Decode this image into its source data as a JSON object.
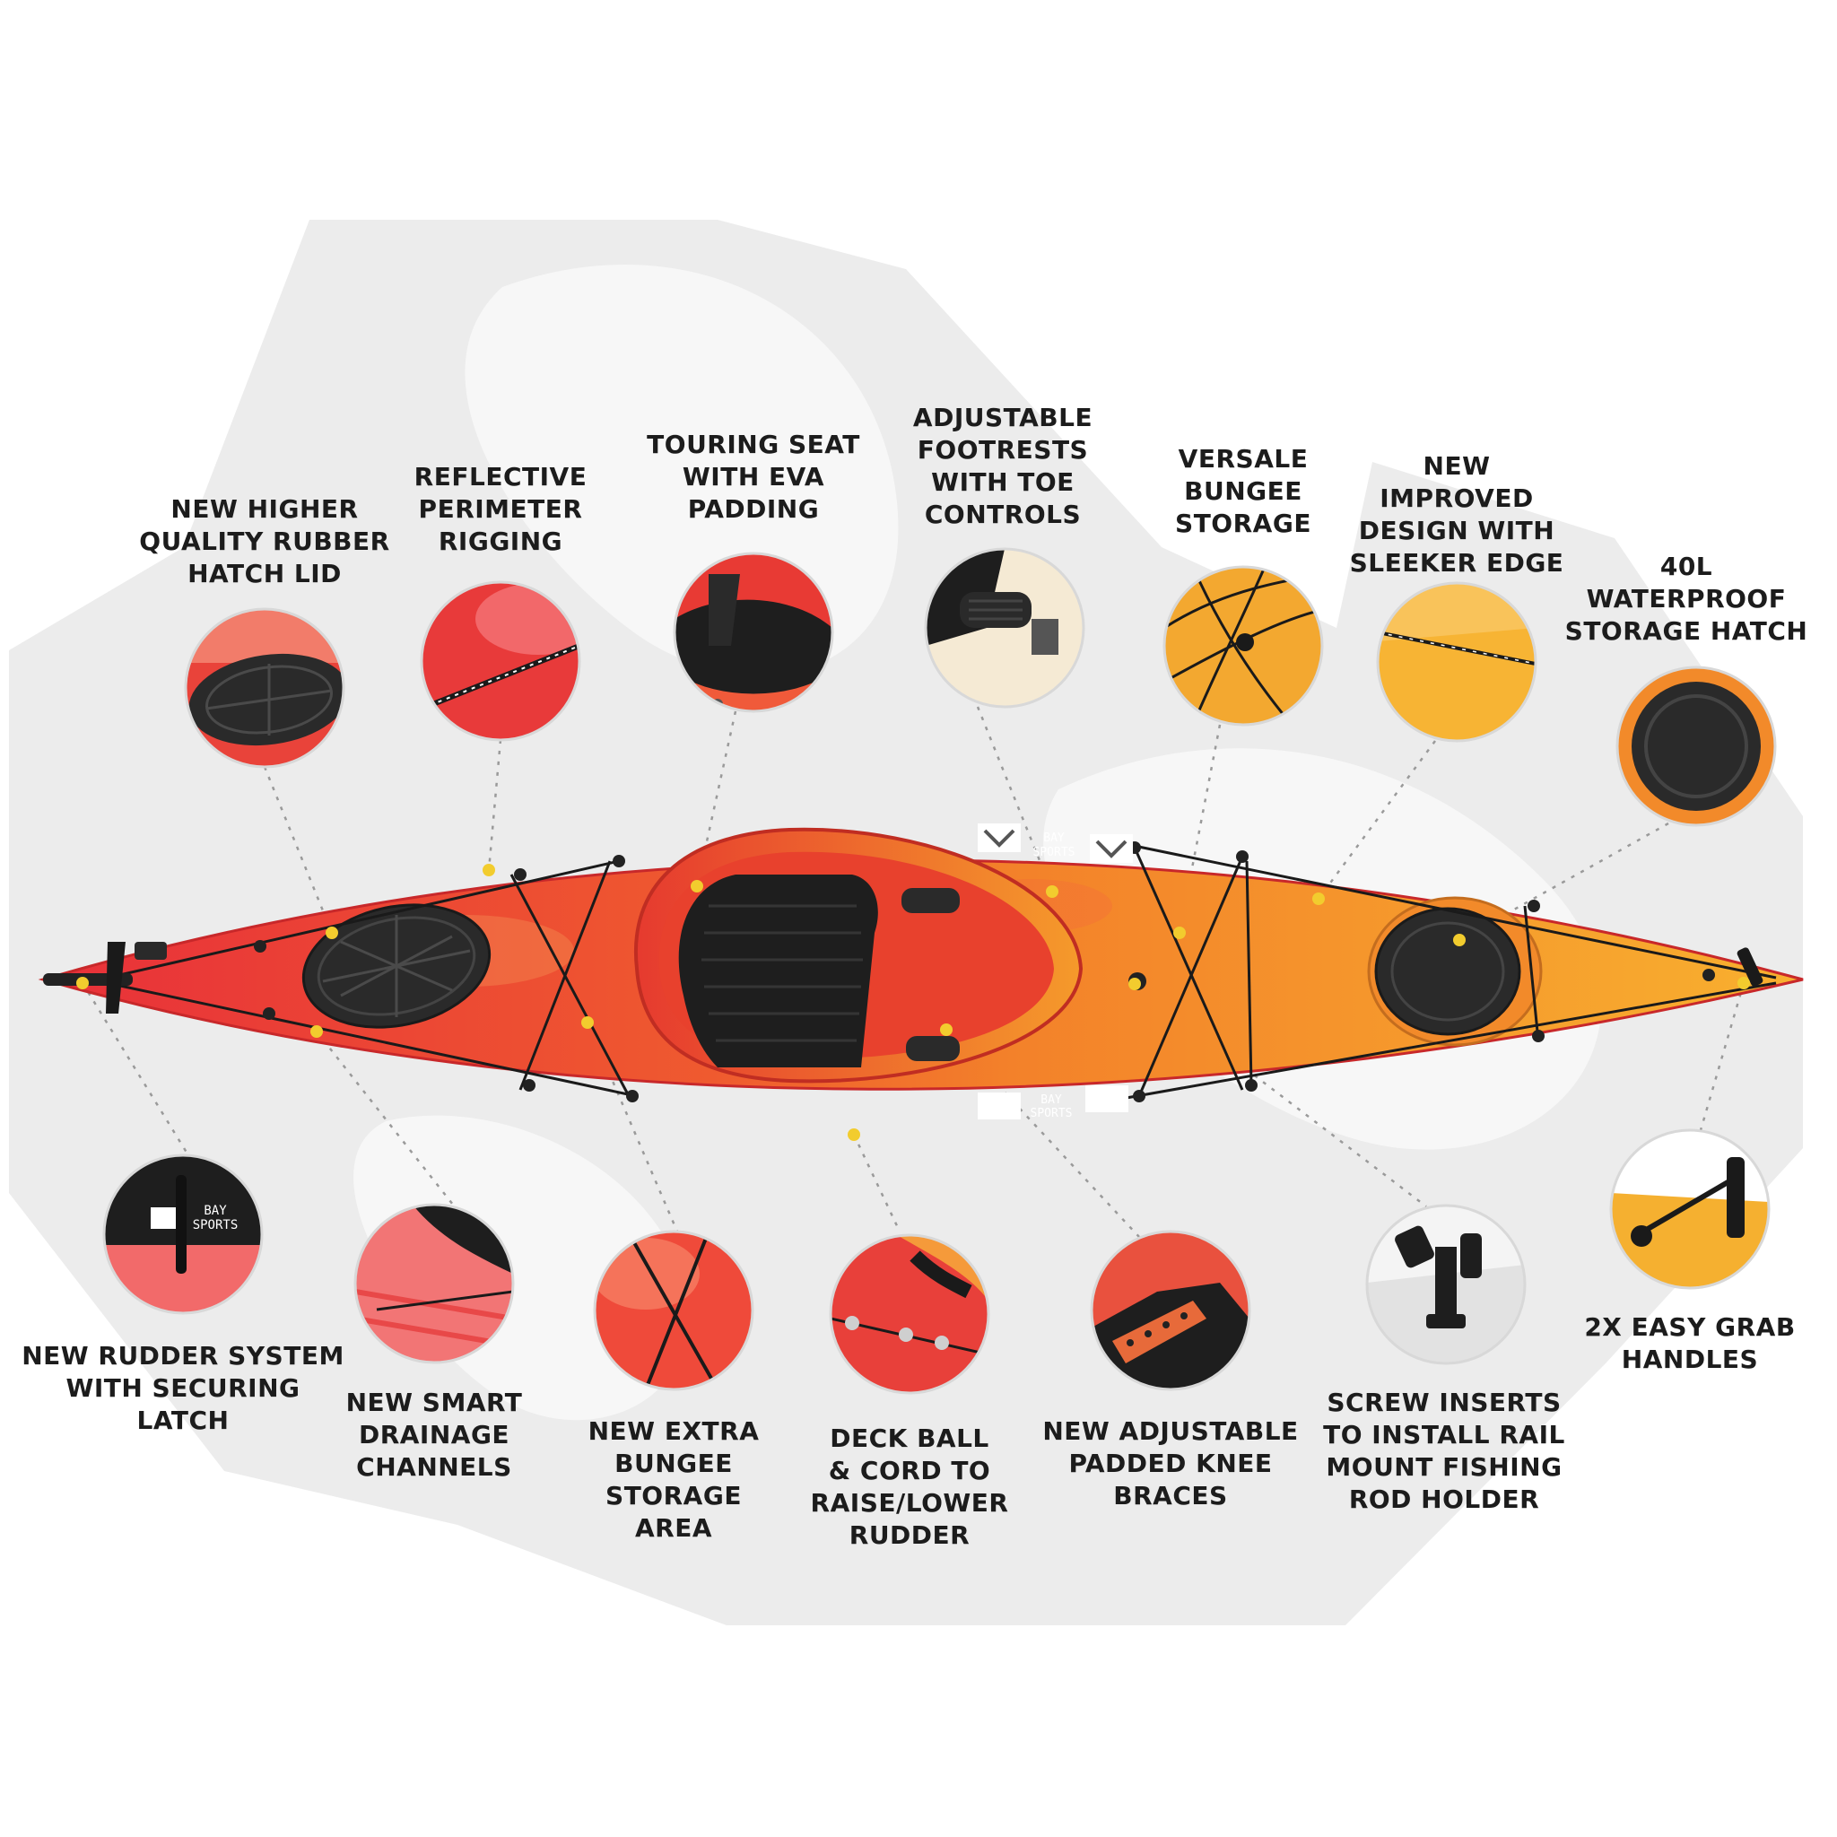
{
  "colors": {
    "background": "#ffffff",
    "watermark": "#ececec",
    "hull_red": "#e8303a",
    "hull_orange": "#f3812a",
    "hull_yellow": "#f8b02f",
    "hatch_black": "#2a2a2a",
    "callout_dot": "#f2cc2e",
    "leader_line": "#9a9a9a",
    "text": "#1c1c1c"
  },
  "kayak": {
    "logo_lines": [
      "BAY",
      "SPORTS"
    ]
  },
  "features": [
    {
      "id": "hatch-lid",
      "lines": [
        "NEW HIGHER",
        "QUALITY RUBBER",
        "HATCH LID"
      ],
      "icon": "rubber-hatch-lid"
    },
    {
      "id": "perimeter-rigging",
      "lines": [
        "REFLECTIVE",
        "PERIMETER",
        "RIGGING"
      ],
      "icon": "reflective-rigging"
    },
    {
      "id": "touring-seat",
      "lines": [
        "TOURING SEAT",
        "WITH EVA",
        "PADDING"
      ],
      "icon": "touring-seat"
    },
    {
      "id": "footrests",
      "lines": [
        "ADJUSTABLE",
        "FOOTRESTS",
        "WITH TOE",
        "CONTROLS"
      ],
      "icon": "footrest"
    },
    {
      "id": "versale-bungee",
      "lines": [
        "VERSALE",
        "BUNGEE",
        "STORAGE"
      ],
      "icon": "bungee-storage"
    },
    {
      "id": "sleeker-edge",
      "lines": [
        "NEW",
        "IMPROVED",
        "DESIGN WITH",
        "SLEEKER EDGE"
      ],
      "icon": "sleek-edge"
    },
    {
      "id": "storage-hatch",
      "lines": [
        "40L",
        "WATERPROOF",
        "STORAGE HATCH"
      ],
      "icon": "storage-hatch"
    },
    {
      "id": "rudder-system",
      "lines": [
        "NEW RUDDER SYSTEM",
        "WITH SECURING",
        "LATCH"
      ],
      "icon": "rudder-latch"
    },
    {
      "id": "drainage-channels",
      "lines": [
        "NEW SMART",
        "DRAINAGE",
        "CHANNELS"
      ],
      "icon": "drainage-channels"
    },
    {
      "id": "extra-bungee",
      "lines": [
        "NEW EXTRA",
        "BUNGEE",
        "STORAGE",
        "AREA"
      ],
      "icon": "extra-bungee"
    },
    {
      "id": "deck-ball",
      "lines": [
        "DECK BALL",
        "& CORD TO",
        "RAISE/LOWER",
        "RUDDER"
      ],
      "icon": "deck-ball"
    },
    {
      "id": "knee-braces",
      "lines": [
        "NEW ADJUSTABLE",
        "PADDED KNEE",
        "BRACES"
      ],
      "icon": "knee-brace"
    },
    {
      "id": "screw-inserts",
      "lines": [
        "SCREW INSERTS",
        "TO INSTALL RAIL",
        "MOUNT FISHING",
        "ROD HOLDER"
      ],
      "icon": "rod-holder"
    },
    {
      "id": "grab-handles",
      "lines": [
        "2X EASY GRAB",
        "HANDLES"
      ],
      "icon": "grab-handle"
    }
  ]
}
